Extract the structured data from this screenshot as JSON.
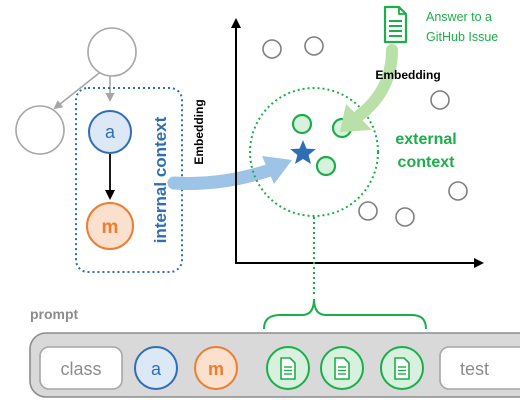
{
  "colors": {
    "blue": "#2f6eb5",
    "blue_fill": "#dce8f6",
    "orange": "#ed7d31",
    "orange_fill": "#fbe0cd",
    "green": "#1cae4a",
    "green_fill": "#d8f1de",
    "gray": "#a6a6a6",
    "arrow_blue": "#9dc3e6",
    "arrow_green": "#b8e0a8"
  },
  "tree": {
    "node_a": "a",
    "node_m": "m",
    "internal_context_label": "internal context",
    "embedding_label": "Embedding"
  },
  "plot": {
    "embedding_label": "Embedding",
    "source_line1": "Answer to a",
    "source_line2": "GitHub Issue",
    "external_line1": "external",
    "external_line2": "context",
    "doc_icon": "document-icon",
    "query_marker": "star-icon"
  },
  "prompt": {
    "label": "prompt",
    "tokens": [
      {
        "kind": "text",
        "text": "class"
      },
      {
        "kind": "circle",
        "text": "a",
        "color": "blue"
      },
      {
        "kind": "circle",
        "text": "m",
        "color": "orange"
      },
      {
        "kind": "doc",
        "icon": "document-icon"
      },
      {
        "kind": "doc",
        "icon": "document-icon"
      },
      {
        "kind": "doc",
        "icon": "document-icon"
      },
      {
        "kind": "text",
        "text": "test"
      }
    ]
  }
}
